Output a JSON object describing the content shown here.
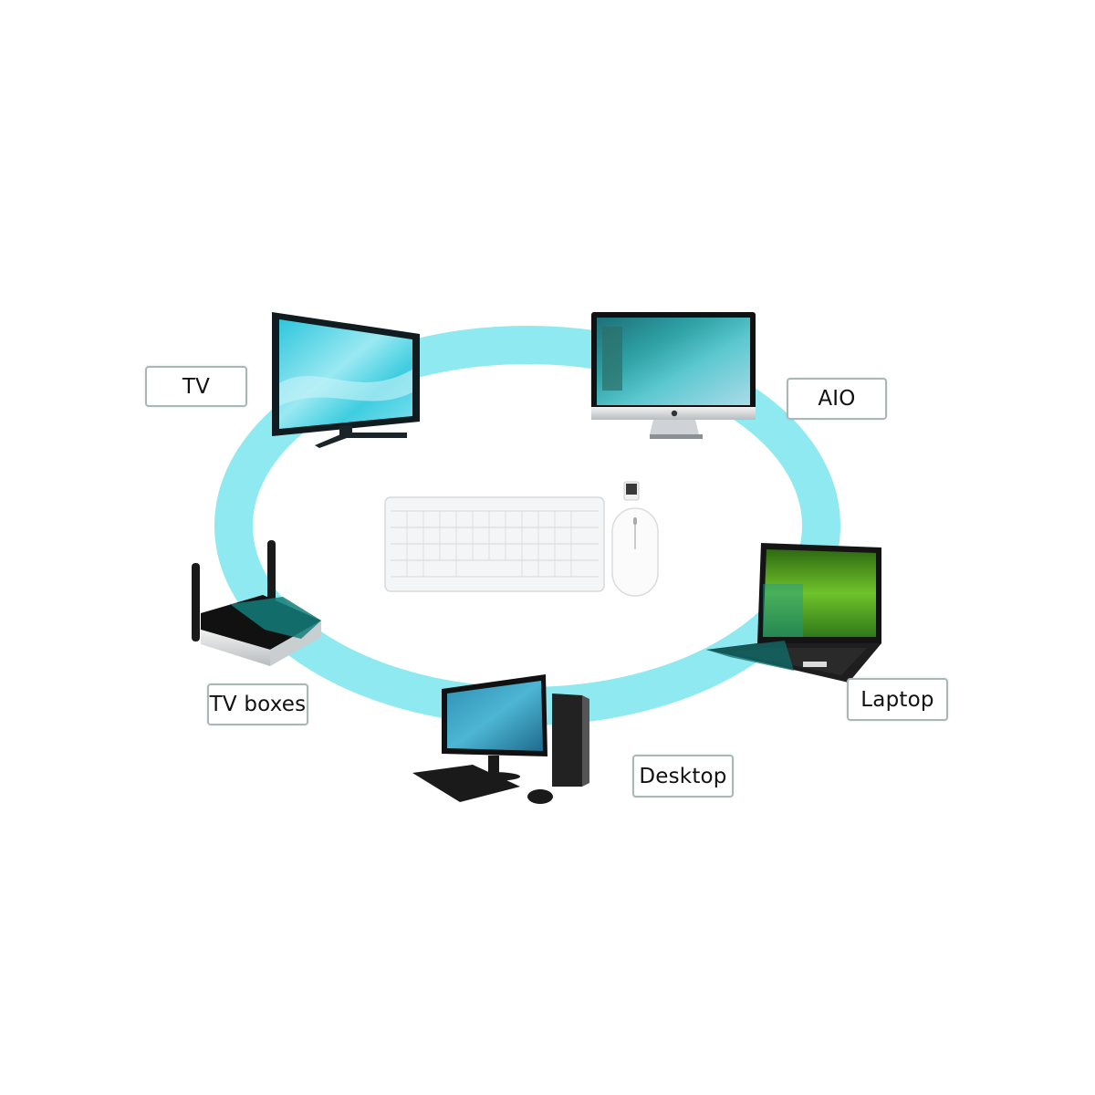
{
  "diagram": {
    "center": {
      "name": "wireless keyboard and mouse set",
      "items": [
        "keyboard",
        "mouse",
        "usb-receiver"
      ]
    },
    "ring_color": "#8ee9f1",
    "nodes": [
      {
        "id": "tv",
        "label": "TV",
        "device": "flat-screen-tv-icon"
      },
      {
        "id": "aio",
        "label": "AIO",
        "device": "all-in-one-computer-icon"
      },
      {
        "id": "laptop",
        "label": "Laptop",
        "device": "laptop-icon"
      },
      {
        "id": "desktop",
        "label": "Desktop",
        "device": "desktop-computer-icon"
      },
      {
        "id": "tvboxes",
        "label": "TV boxes",
        "device": "tv-box-router-icon"
      }
    ]
  }
}
